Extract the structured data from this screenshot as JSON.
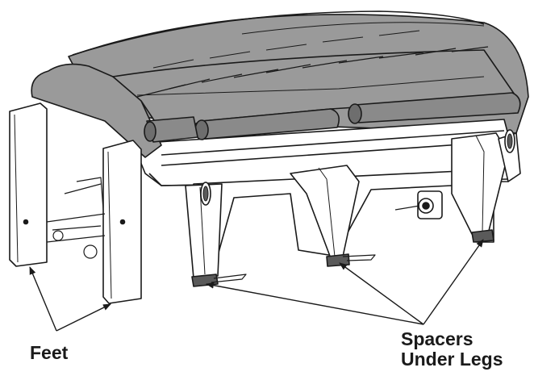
{
  "labels": {
    "feet": "Feet",
    "spacers_line1": "Spacers",
    "spacers_line2": "Under Legs"
  },
  "colors": {
    "line": "#1a1a1a",
    "tube": "#8a8a8a",
    "tube_dark": "#6e6e6e",
    "cover": "#9a9a9a",
    "spacer": "#5a5a5a",
    "panel": "#ffffff"
  }
}
